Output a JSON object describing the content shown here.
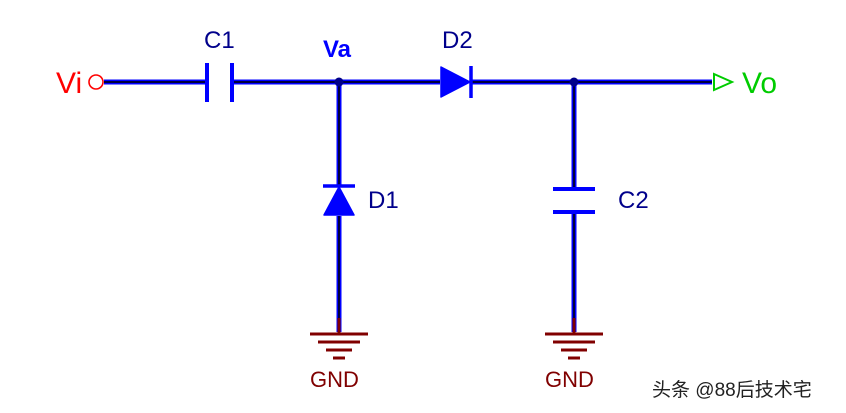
{
  "colors": {
    "wire": "#0000ff",
    "wire_core": "#000000",
    "component": "#0000ff",
    "component_label": "#00008b",
    "input_port": "#ff0000",
    "output_port": "#00cc00",
    "ground": "#800000",
    "node_dot": "#00008b"
  },
  "ports": {
    "input": {
      "label": "Vi"
    },
    "output": {
      "label": "Vo"
    }
  },
  "nodes": {
    "va": {
      "label": "Va"
    }
  },
  "components": {
    "c1": {
      "label": "C1",
      "type": "capacitor"
    },
    "c2": {
      "label": "C2",
      "type": "capacitor"
    },
    "d1": {
      "label": "D1",
      "type": "diode"
    },
    "d2": {
      "label": "D2",
      "type": "diode"
    }
  },
  "grounds": [
    {
      "label": "GND"
    },
    {
      "label": "GND"
    }
  ],
  "watermark": {
    "text": "头条 @88后技术宅"
  }
}
